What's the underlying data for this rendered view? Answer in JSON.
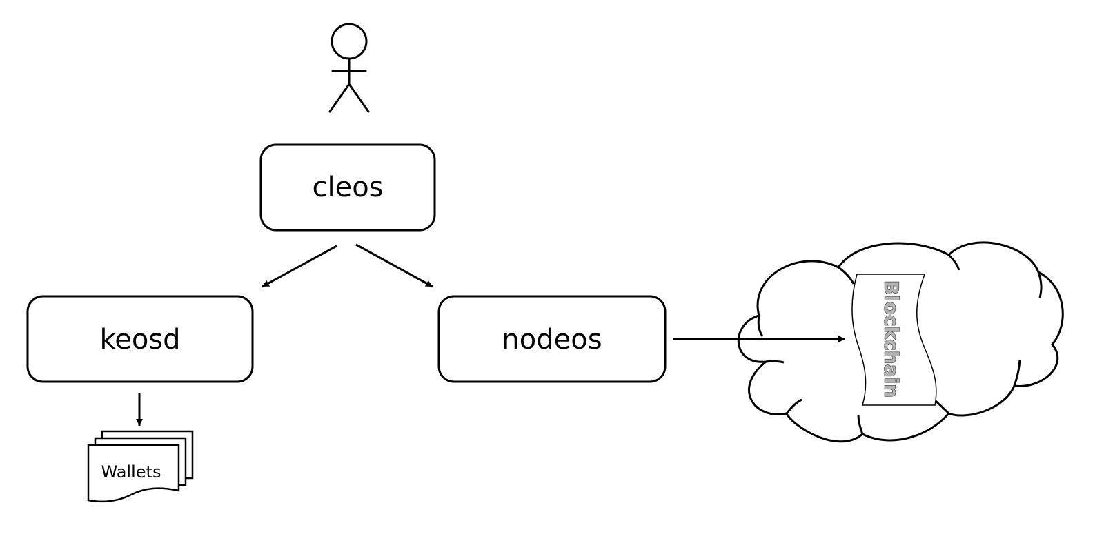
{
  "nodes": {
    "cleos": "cleos",
    "keosd": "keosd",
    "nodeos": "nodeos"
  },
  "wallets": {
    "label": "Wallets"
  },
  "blockchain": {
    "label": "Blockchain"
  },
  "icons": {
    "user": "user-stick-figure-icon",
    "cloud": "cloud-icon",
    "wallets": "document-stack-icon",
    "blockchain": "scroll-icon"
  },
  "colors": {
    "stroke": "#000000",
    "background": "#ffffff",
    "chain_text": "#b3b3b3",
    "chain_outline": "#404040"
  }
}
